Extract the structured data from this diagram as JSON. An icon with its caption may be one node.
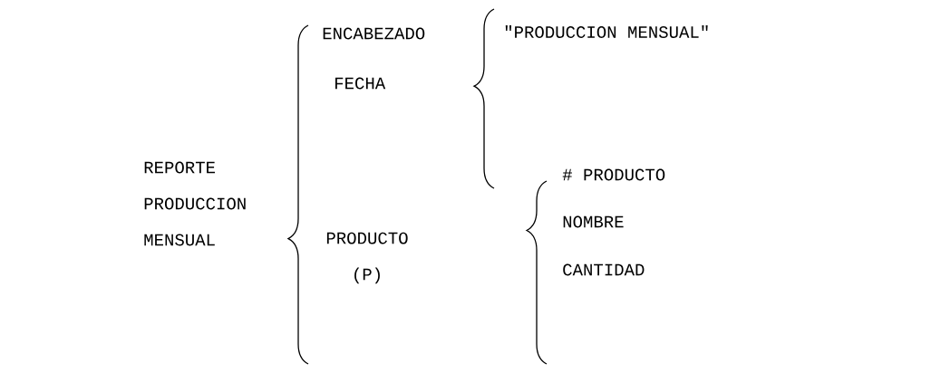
{
  "diagram": {
    "labels": [
      "REPORTE PRODUCCION MENSUAL",
      "ENCABEZADO",
      "FECHA",
      "PRODUCTO (P)",
      "\"PRODUCCION MENSUAL\"",
      "# PRODUCTO",
      "NOMBRE",
      "CANTIDAD"
    ]
  }
}
